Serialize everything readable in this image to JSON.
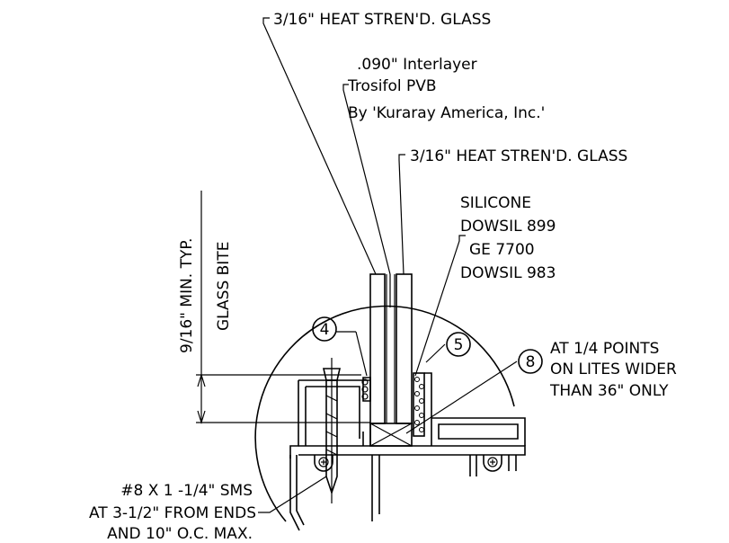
{
  "glass_outer": "3/16\" HEAT STREN'D. GLASS",
  "interlayer": {
    "line1": ".090\" Interlayer",
    "line2": "Trosifol PVB",
    "line3": "By 'Kuraray America, Inc.'"
  },
  "glass_inner": "3/16\" HEAT STREN'D. GLASS",
  "silicone": {
    "line1": "SILICONE",
    "line2": "DOWSIL 899",
    "line3": "GE 7700",
    "line4": "DOWSIL 983"
  },
  "bite_dimension": "9/16\" MIN. TYP.",
  "glass_bite": "GLASS BITE",
  "callouts": {
    "c4": "4",
    "c5": "5",
    "c8": "8"
  },
  "setting_block_note": {
    "line1": "AT 1/4 POINTS",
    "line2": "ON LITES WIDER",
    "line3": "THAN 36\" ONLY"
  },
  "screw_note": {
    "line1": "#8 X 1 -1/4\" SMS",
    "line2": "AT 3-1/2\" FROM ENDS",
    "line3": "AND 10\" O.C. MAX."
  }
}
